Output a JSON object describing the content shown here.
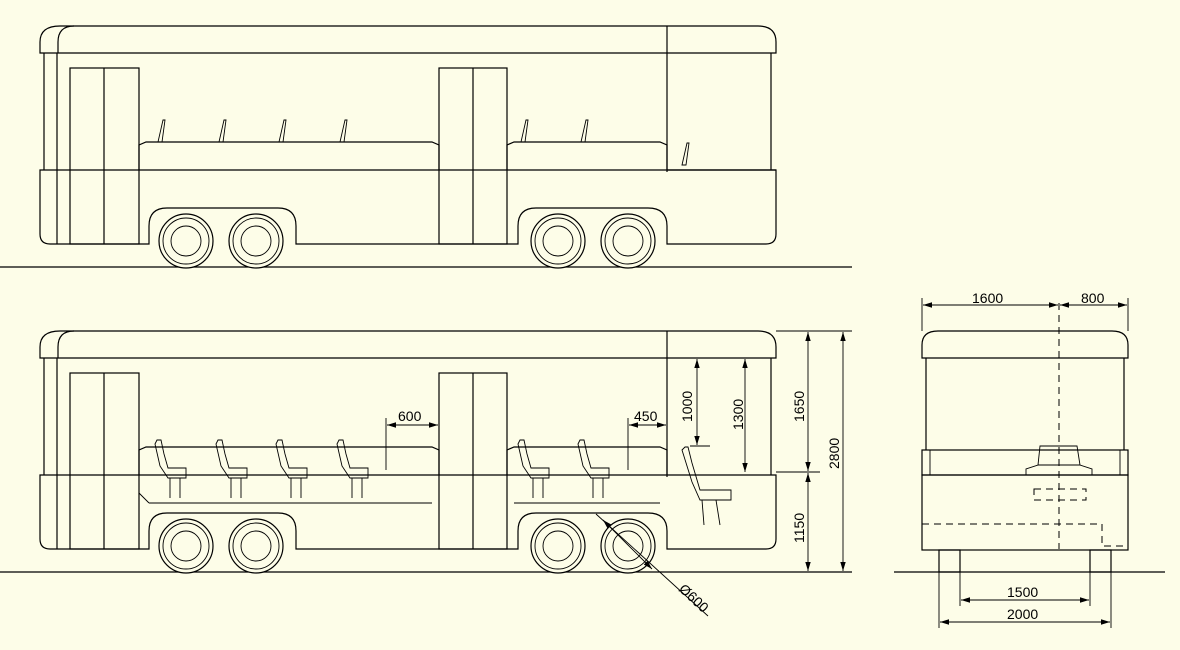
{
  "dimensions": {
    "aisle_gap": "600",
    "seat_pitch": "450",
    "window_height": "1000",
    "window_to_floor": "1300",
    "upper_height": "1650",
    "total_height": "2800",
    "lower_height": "1150",
    "wheel_diameter": "Ø600",
    "front_left_width": "1600",
    "front_right_width": "800",
    "track_width": "1500",
    "overall_width": "2000"
  },
  "colors": {
    "background": "#fdfde8",
    "line": "#000000"
  }
}
